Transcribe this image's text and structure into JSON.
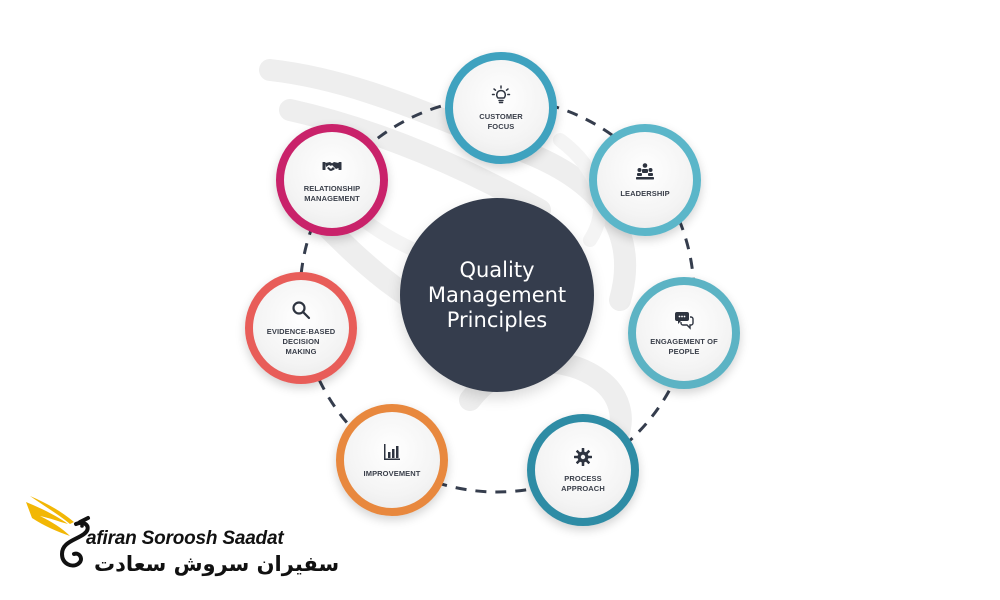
{
  "diagram": {
    "center_title": "Quality\nManagement\nPrinciples",
    "nodes": [
      {
        "label": "CUSTOMER\nFOCUS",
        "icon": "lightbulb-icon",
        "color": "#3fa2bf"
      },
      {
        "label": "LEADERSHIP",
        "icon": "leader-group-icon",
        "color": "#5bb6c9"
      },
      {
        "label": "ENGAGEMENT OF\nPEOPLE",
        "icon": "chat-bubbles-icon",
        "color": "#5cb3c4"
      },
      {
        "label": "PROCESS\nAPPROACH",
        "icon": "gear-icon",
        "color": "#2e8ca5"
      },
      {
        "label": "IMPROVEMENT",
        "icon": "bar-chart-icon",
        "color": "#e8883e"
      },
      {
        "label": "EVIDENCE-BASED\nDECISION\nMAKING",
        "icon": "magnifier-icon",
        "color": "#e85d59"
      },
      {
        "label": "RELATIONSHIP\nMANAGEMENT",
        "icon": "handshake-icon",
        "color": "#c9226a"
      }
    ],
    "center_color": "#353d4d"
  },
  "logo": {
    "name_en": "afiran Soroosh Saadat",
    "name_fa": "سفیران سروش سعادت",
    "icon": "phoenix-logo-icon",
    "accent": "#f2b705"
  }
}
